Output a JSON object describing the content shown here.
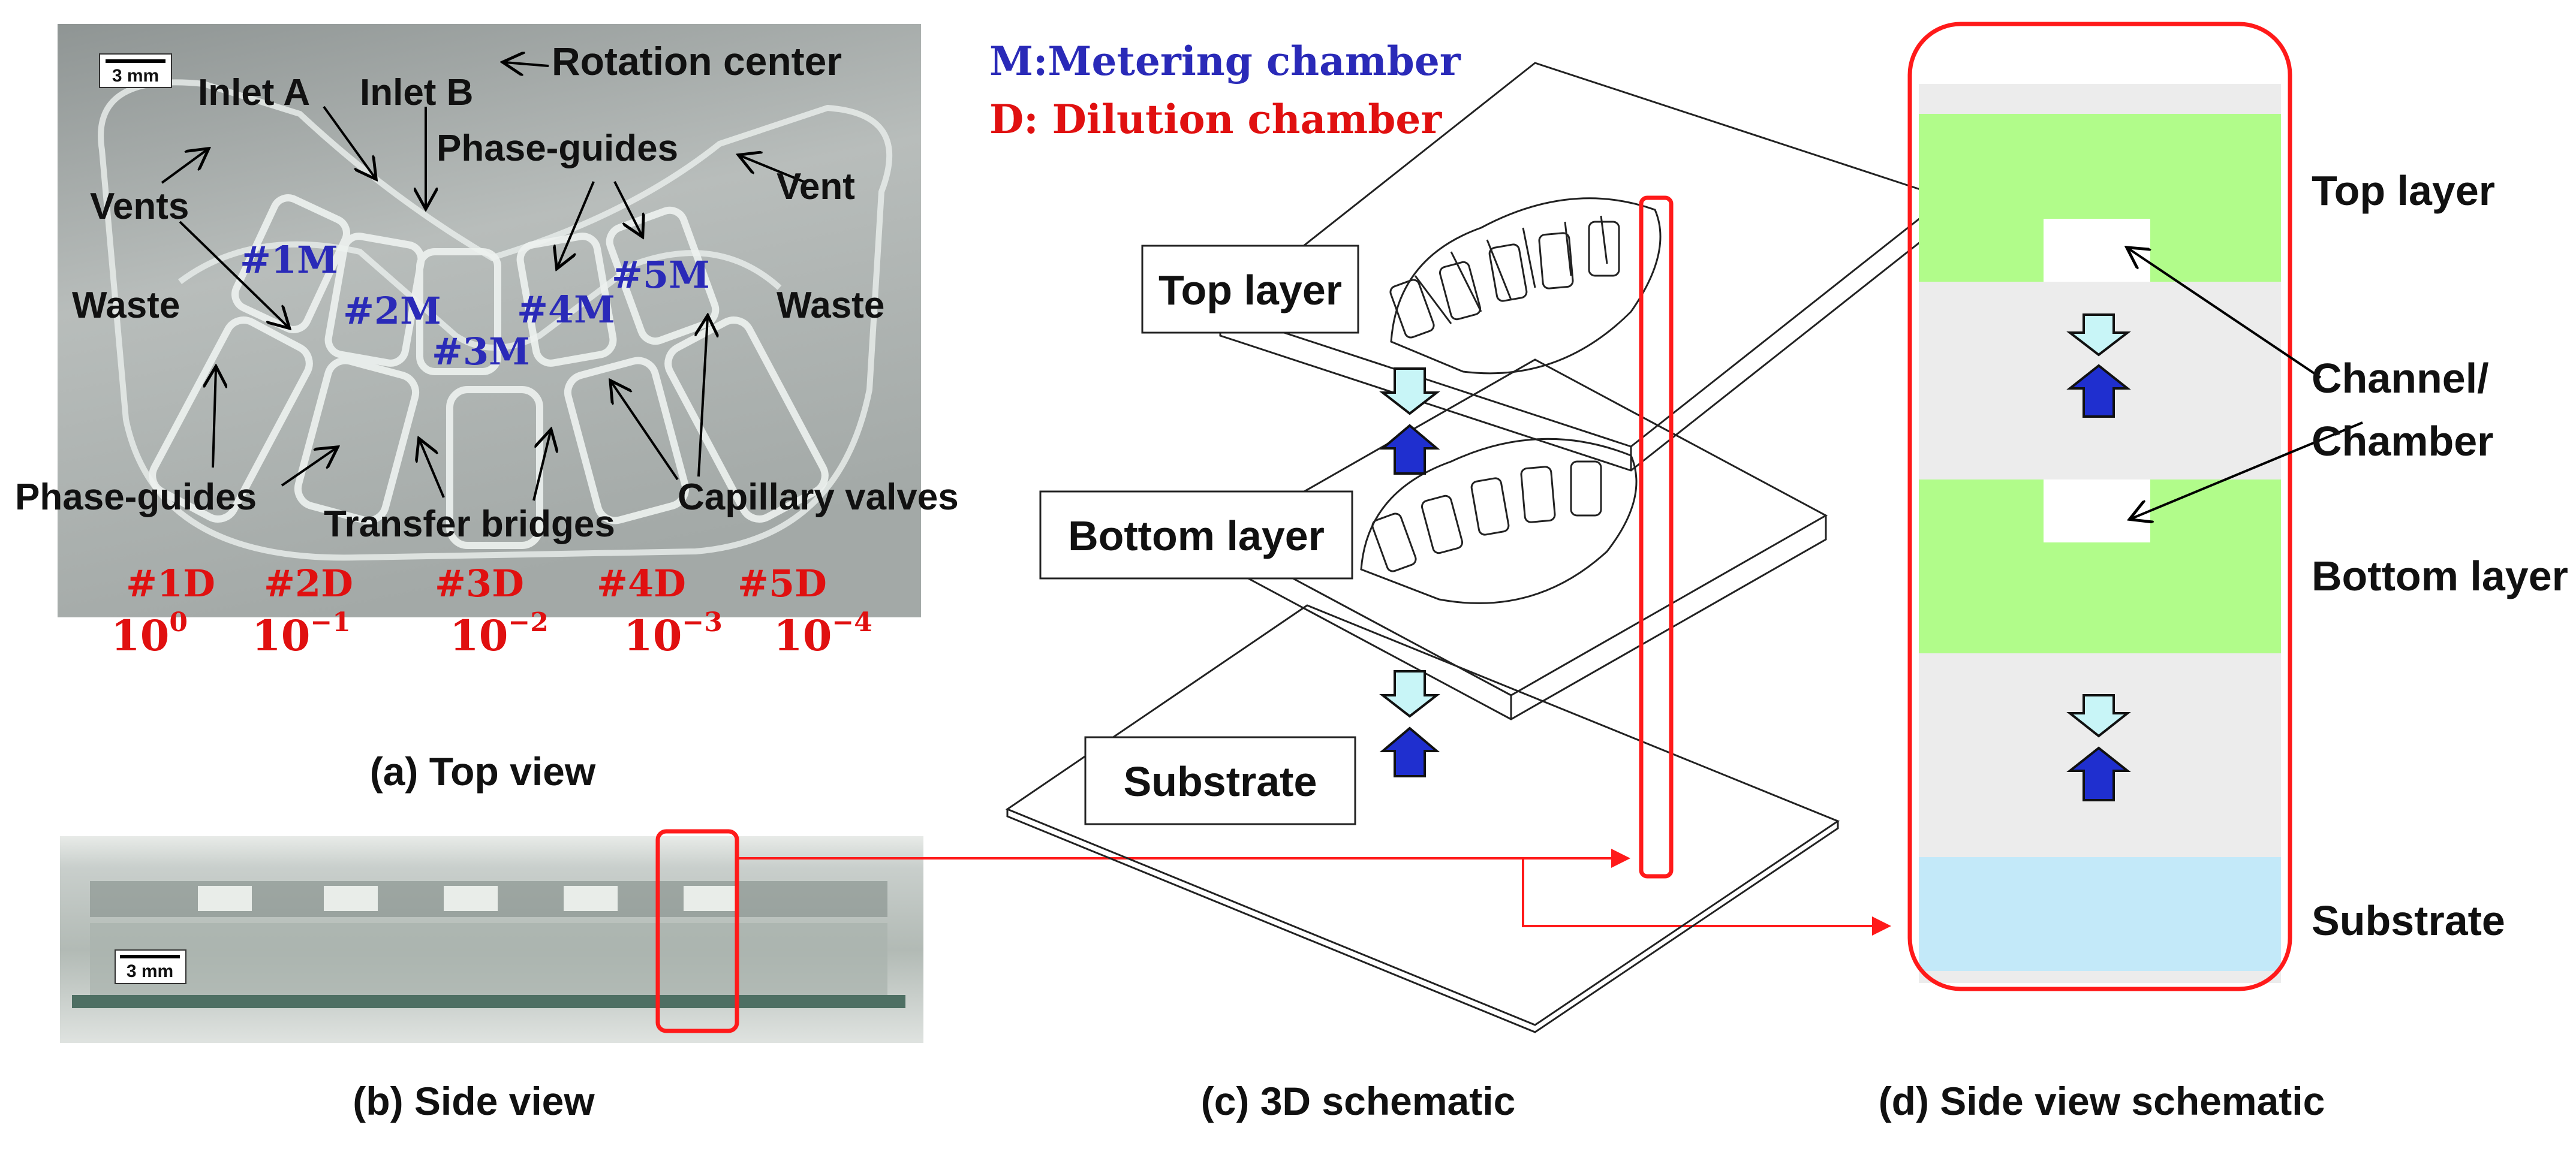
{
  "colors": {
    "metering": "#2a2ab8",
    "dilution": "#e01010",
    "highlight": "#ff1a1a",
    "top_layer": "#b1fc8a",
    "substrate": "#c3e9f9",
    "gap": "#ececec",
    "arrow_down": "#c8f5f7",
    "arrow_up": "#1f2fcf"
  },
  "legend": {
    "metering": "M:Metering chamber",
    "dilution": "D: Dilution chamber"
  },
  "panel_a": {
    "caption": "(a) Top view",
    "scale_bar": "3 mm",
    "labels": {
      "rotation_center": "Rotation center",
      "inlet_a": "Inlet A",
      "inlet_b": "Inlet B",
      "vents": "Vents",
      "vent": "Vent",
      "phase_guides_top": "Phase-guides",
      "phase_guides_bottom": "Phase-guides",
      "waste_left": "Waste",
      "waste_right": "Waste",
      "transfer_bridges": "Transfer bridges",
      "capillary_valves": "Capillary valves"
    },
    "metering_labels": [
      "#1M",
      "#2M",
      "#3M",
      "#4M",
      "#5M"
    ],
    "dilution_labels": [
      "#1D",
      "#2D",
      "#3D",
      "#4D",
      "#5D"
    ],
    "dilution_factors": [
      {
        "base": "10",
        "exp": "0"
      },
      {
        "base": "10",
        "exp": "−1"
      },
      {
        "base": "10",
        "exp": "−2"
      },
      {
        "base": "10",
        "exp": "−3"
      },
      {
        "base": "10",
        "exp": "−4"
      }
    ]
  },
  "panel_b": {
    "caption": "(b) Side view",
    "scale_bar": "3 mm"
  },
  "panel_c": {
    "caption": "(c) 3D schematic",
    "labels": {
      "top_layer": "Top layer",
      "bottom_layer": "Bottom layer",
      "substrate": "Substrate"
    }
  },
  "panel_d": {
    "caption": "(d) Side view schematic",
    "labels": {
      "top_layer": "Top layer",
      "channel_line1": "Channel/",
      "channel_line2": "Chamber",
      "bottom_layer": "Bottom layer",
      "substrate": "Substrate"
    }
  }
}
